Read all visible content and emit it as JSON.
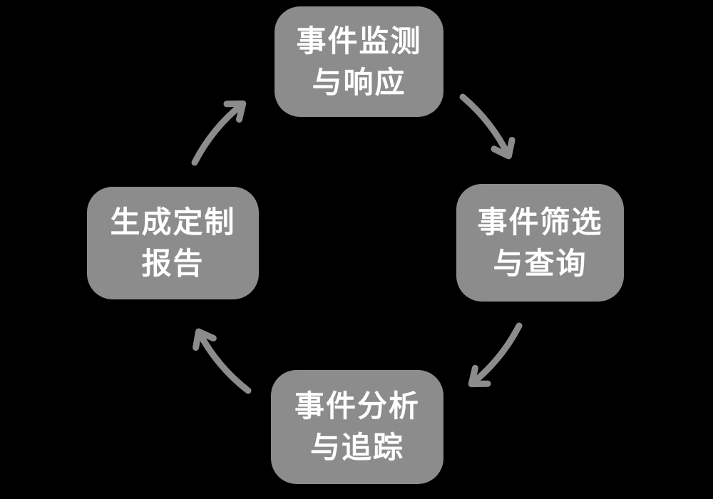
{
  "diagram": {
    "type": "cycle",
    "colors": {
      "bg": "#000000",
      "node": "#8C8C8C",
      "text": "#FFFFFF",
      "arrow": "#8C8C8C"
    },
    "nodes": [
      {
        "id": "event-monitoring-response",
        "position": "top",
        "lines": [
          "事件监测",
          "与响应"
        ],
        "label": "事件监测与响应"
      },
      {
        "id": "event-filter-query",
        "position": "right",
        "lines": [
          "事件筛选",
          "与查询"
        ],
        "label": "事件筛选与查询"
      },
      {
        "id": "event-analysis-tracking",
        "position": "bottom",
        "lines": [
          "事件分析",
          "与追踪"
        ],
        "label": "事件分析与追踪"
      },
      {
        "id": "generate-custom-report",
        "position": "left",
        "lines": [
          "生成定制",
          "报告"
        ],
        "label": "生成定制报告"
      }
    ],
    "arrows": [
      {
        "from": "event-monitoring-response",
        "to": "event-filter-query"
      },
      {
        "from": "event-filter-query",
        "to": "event-analysis-tracking"
      },
      {
        "from": "event-analysis-tracking",
        "to": "generate-custom-report"
      },
      {
        "from": "generate-custom-report",
        "to": "event-monitoring-response"
      }
    ]
  }
}
